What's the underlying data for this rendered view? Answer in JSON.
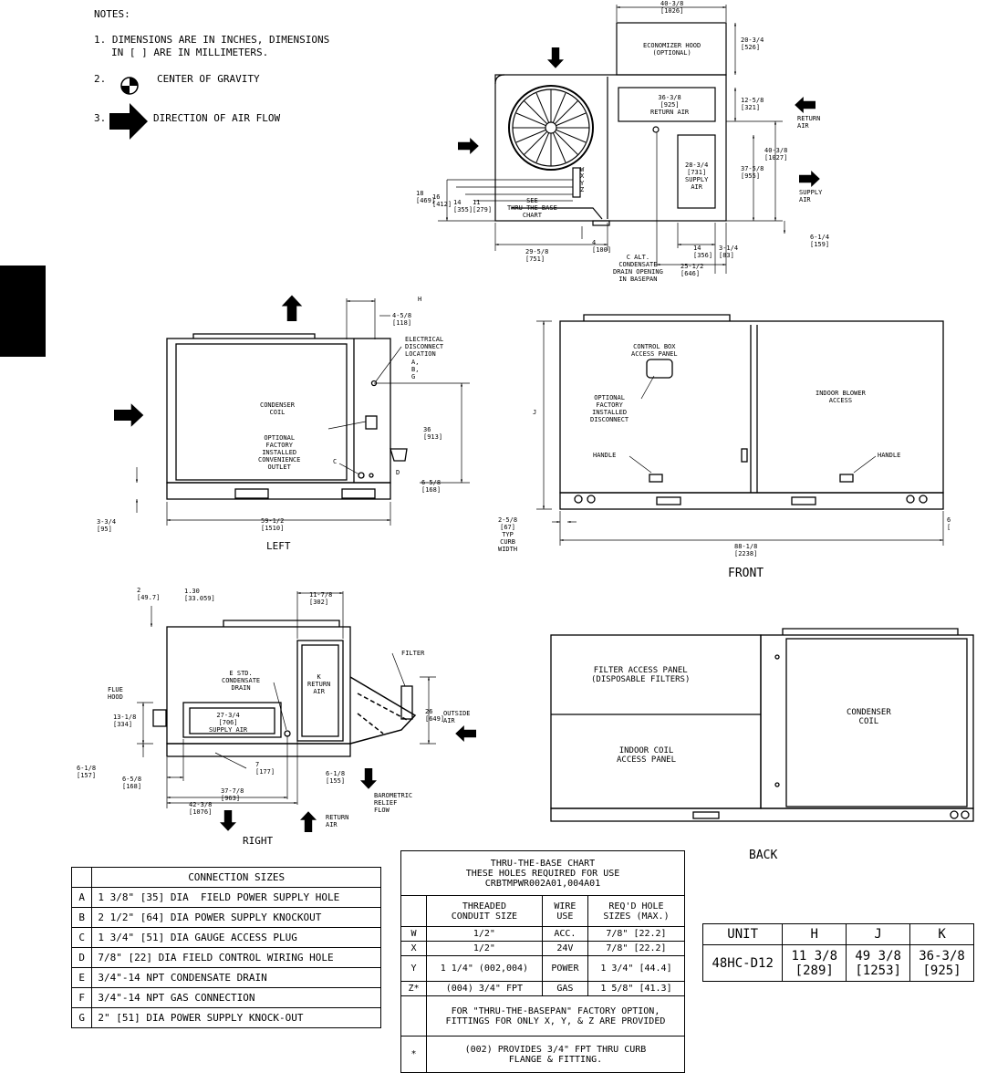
{
  "notes": {
    "heading": "NOTES:",
    "note1_line1": "1. DIMENSIONS ARE IN INCHES, DIMENSIONS",
    "note1_line2": "IN [ ] ARE IN MILLIMETERS.",
    "note2_num": "2.",
    "note2_text": "CENTER OF GRAVITY",
    "note3_num": "3.",
    "note3_text": "DIRECTION OF AIR FLOW"
  },
  "top_view": {
    "dim_top": "40-3/8\n[1026]",
    "hood_label": "ECONOMIZER HOOD\n(OPTIONAL)",
    "dim_hood": "20-3/4\n[526]",
    "return_air_dim": "36-3/8\n[925]\nRETURN AIR",
    "dim_12": "12-5/8\n[321]",
    "return_air": "RETURN\nAIR",
    "dim_40": "40-3/8\n[1027]",
    "supply_air_dim": "28-3/4\n[731]\nSUPPLY\nAIR",
    "dim_37": "37-5/8\n[955]",
    "supply_air": "SUPPLY\nAIR",
    "wxyz": "W\nX\nY\nZ",
    "dim_18": "18\n[469]",
    "dim_16": "16\n[412]",
    "dim_14": "14\n[355]",
    "dim_11": "11\n[279]",
    "see_chart": "SEE\nTHRU-THE-BASE\nCHART",
    "dim_4": "4\n[100]",
    "dim_29": "29-5/8\n[751]",
    "alt_drain": "C ALT.\nCONDENSATE\nDRAIN OPENING\nIN BASEPAN",
    "dim_14b": "14\n[356]",
    "dim_3": "3-1/4\n[83]",
    "dim_25": "25-1/2\n[646]",
    "dim_6": "6-1/4\n[159]"
  },
  "left_view": {
    "h": "H",
    "dim_4": "4-5/8\n[118]",
    "elec": "ELECTRICAL\nDISCONNECT\nLOCATION",
    "abg": "A,\nB,\nG",
    "coil": "CONDENSER\nCOIL",
    "dim_36": "36\n[913]",
    "outlet": "OPTIONAL\nFACTORY\nINSTALLED\nCONVENIENCE\nOUTLET",
    "c": "C",
    "d": "D",
    "dim_6": "6-5/8\n[168]",
    "dim_3": "3-3/4\n[95]",
    "dim_59": "59-1/2\n[1510]",
    "title": "LEFT"
  },
  "front_view": {
    "control_box": "CONTROL BOX\nACCESS PANEL",
    "blower": "INDOOR BLOWER\nACCESS",
    "j": "J",
    "disconnect": "OPTIONAL\nFACTORY\nINSTALLED\nDISCONNECT",
    "handle_left": "HANDLE",
    "handle_right": "HANDLE",
    "curb": "2-5/8\n[67]\nTYP\nCURB\nWIDTH",
    "dim_88": "88-1/8\n[2238]",
    "edge": "6\n[",
    "title": "FRONT"
  },
  "right_view": {
    "dim_2": "2\n[49.7]",
    "dim_130": "1.30\n[33.059]",
    "dim_11": "11-7/8\n[302]",
    "filter": "FILTER",
    "drain": "E STD.\nCONDENSATE\nDRAIN",
    "k": "K\nRETURN\nAIR",
    "flue": "FLUE\nHOOD",
    "dim_13": "13-1/8\n[334]",
    "supply": "27-3/4\n[706]\nSUPPLY AIR",
    "dim_26": "26\n[649]",
    "outside": "OUTSIDE\nAIR",
    "dim_6a": "6-1/8\n[157]",
    "dim_7": "7\n[177]",
    "dim_6b": "6-1/8\n[155]",
    "dim_65": "6-5/8\n[168]",
    "dim_37": "37-7/8\n[963]",
    "dim_42": "42-3/8\n[1076]",
    "baro": "BAROMETRIC\nRELIEF\nFLOW",
    "ret": "RETURN\nAIR",
    "title": "RIGHT"
  },
  "back_view": {
    "filter_panel": "FILTER ACCESS PANEL\n(DISPOSABLE FILTERS)",
    "coil_panel": "INDOOR COIL\nACCESS PANEL",
    "condenser": "CONDENSER\nCOIL",
    "title": "BACK"
  },
  "connection_table": {
    "header": "CONNECTION SIZES",
    "rows": [
      {
        "key": "A",
        "value": "1 3/8\" [35] DIA  FIELD POWER SUPPLY HOLE"
      },
      {
        "key": "B",
        "value": "2 1/2\" [64] DIA POWER SUPPLY KNOCKOUT"
      },
      {
        "key": "C",
        "value": "1 3/4\" [51] DIA GAUGE ACCESS PLUG"
      },
      {
        "key": "D",
        "value": "7/8\" [22] DIA FIELD CONTROL WIRING HOLE"
      },
      {
        "key": "E",
        "value": "3/4\"-14 NPT CONDENSATE DRAIN"
      },
      {
        "key": "F",
        "value": "3/4\"-14 NPT GAS CONNECTION"
      },
      {
        "key": "G",
        "value": "2\" [51] DIA POWER SUPPLY KNOCK-OUT"
      }
    ]
  },
  "thru_table": {
    "title": "THRU-THE-BASE CHART\nTHESE HOLES REQUIRED FOR USE\nCRBTMPWR002A01,004A01",
    "col1": "THREADED\nCONDUIT SIZE",
    "col2": "WIRE\nUSE",
    "col3": "REQ'D HOLE\nSIZES (MAX.)",
    "rows": [
      {
        "key": "W",
        "size": "1/2\"",
        "use": "ACC.",
        "hole": "7/8\" [22.2]"
      },
      {
        "key": "X",
        "size": "1/2\"",
        "use": "24V",
        "hole": "7/8\" [22.2]"
      },
      {
        "key": "Y",
        "size": "1 1/4\" (002,004)",
        "use": "POWER",
        "hole": "1 3/4\" [44.4]"
      },
      {
        "key": "Z*",
        "size": "(004) 3/4\" FPT",
        "use": "GAS",
        "hole": "1 5/8\" [41.3]"
      }
    ],
    "note1": "FOR \"THRU-THE-BASEPAN\" FACTORY OPTION,\nFITTINGS FOR ONLY X, Y, & Z ARE PROVIDED",
    "note2_key": "*",
    "note2": "(002) PROVIDES 3/4\" FPT THRU CURB\nFLANGE & FITTING."
  },
  "unit_table": {
    "headers": [
      "UNIT",
      "H",
      "J",
      "K"
    ],
    "row": [
      "48HC-D12",
      "11 3/8\n[289]",
      "49 3/8\n[1253]",
      "36-3/8\n[925]"
    ]
  }
}
